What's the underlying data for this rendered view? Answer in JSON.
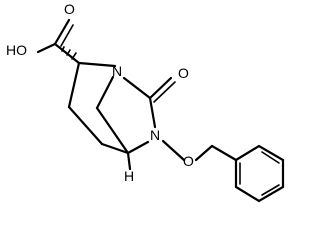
{
  "molecule": {
    "atoms": {
      "o_carbonyl_acid": "O",
      "oh_acid": "HO",
      "n_bridge": "N",
      "o_carbonyl_urea": "O",
      "n_amide": "N",
      "o_ether": "O",
      "h_stereo": "H"
    }
  }
}
